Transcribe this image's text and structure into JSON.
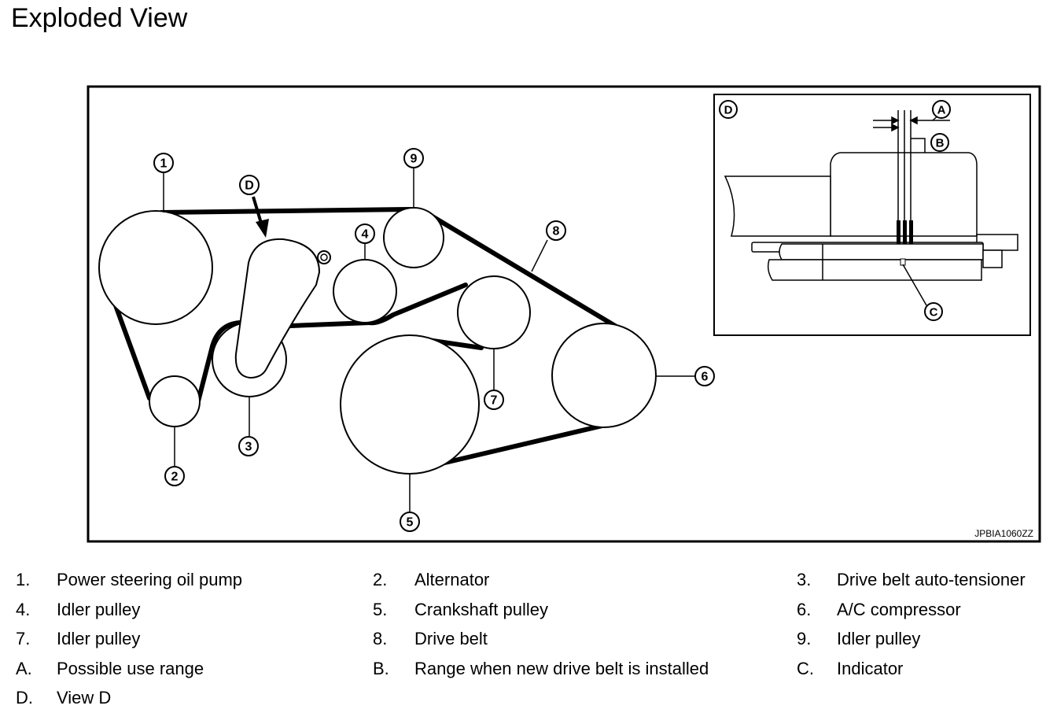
{
  "title": "Exploded View",
  "figure_code": "JPBIA1060ZZ",
  "callouts": {
    "c1": "1",
    "c2": "2",
    "c3": "3",
    "c4": "4",
    "c5": "5",
    "c6": "6",
    "c7": "7",
    "c8": "8",
    "c9": "9",
    "cD": "D",
    "cA": "A",
    "cB": "B",
    "cC": "C",
    "cDinset": "D"
  },
  "legend": [
    {
      "num": "1.",
      "text": "Power steering oil pump"
    },
    {
      "num": "2.",
      "text": "Alternator"
    },
    {
      "num": "3.",
      "text": "Drive belt auto-tensioner"
    },
    {
      "num": "4.",
      "text": "Idler pulley"
    },
    {
      "num": "5.",
      "text": "Crankshaft pulley"
    },
    {
      "num": "6.",
      "text": "A/C compressor"
    },
    {
      "num": "7.",
      "text": "Idler pulley"
    },
    {
      "num": "8.",
      "text": "Drive belt"
    },
    {
      "num": "9.",
      "text": "Idler pulley"
    },
    {
      "num": "A.",
      "text": "Possible use range"
    },
    {
      "num": "B.",
      "text": "Range when new drive belt is installed"
    },
    {
      "num": "C.",
      "text": "Indicator"
    },
    {
      "num": "D.",
      "text": "View D"
    }
  ]
}
